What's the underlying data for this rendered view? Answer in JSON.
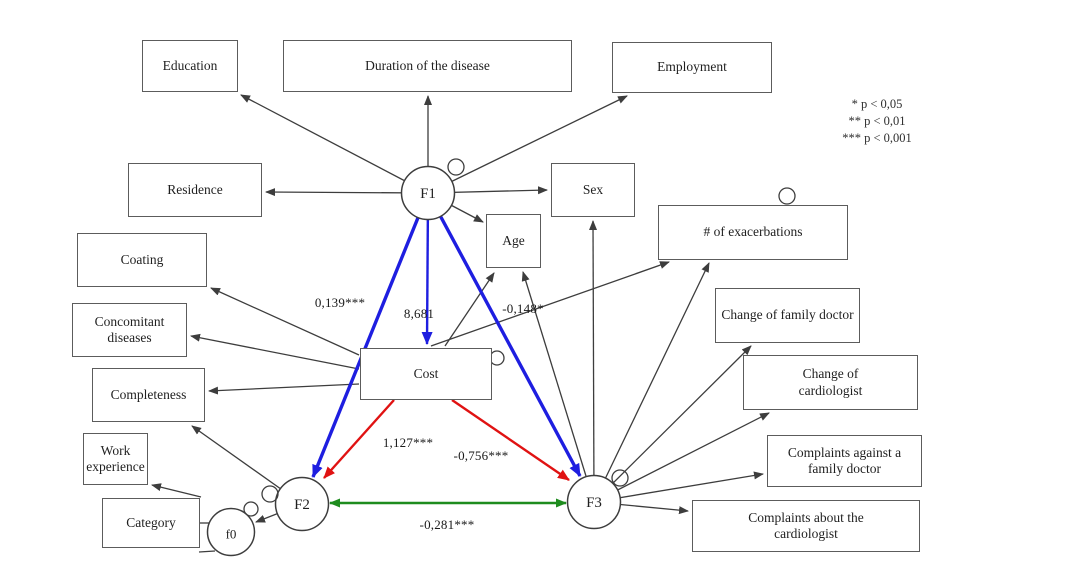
{
  "legend": {
    "line1": "* p < 0,05",
    "line2": "** p < 0,01",
    "line3": "*** p < 0,001"
  },
  "factors": {
    "f1": {
      "label": "F1"
    },
    "f2": {
      "label": "F2"
    },
    "f3": {
      "label": "F3"
    },
    "f0": {
      "label": "f0"
    }
  },
  "nodes": {
    "education": {
      "label": "Education"
    },
    "duration": {
      "label": "Duration of the disease"
    },
    "employment": {
      "label": "Employment"
    },
    "residence": {
      "label": "Residence"
    },
    "sex": {
      "label": "Sex"
    },
    "age": {
      "label": "Age"
    },
    "coating": {
      "label": "Coating"
    },
    "concomitant": {
      "label": "Concomitant diseases"
    },
    "completeness": {
      "label": "Completeness"
    },
    "work_experience": {
      "label": "Work experience"
    },
    "category": {
      "label": "Category"
    },
    "cost": {
      "label": "Cost"
    },
    "exacerbations": {
      "label": "# of exacerbations"
    },
    "change_family_doctor": {
      "label": "Change of family doctor"
    },
    "change_cardiologist": {
      "label": "Change of cardiologist"
    },
    "complaints_family_doctor": {
      "label": "Complaints against a family doctor"
    },
    "complaints_cardiologist": {
      "label": "Complaints about the cardiologist"
    }
  },
  "coefficients": {
    "f1_f2": {
      "value": "0,139***"
    },
    "f1_cost": {
      "value": "8,681"
    },
    "f1_f3": {
      "value": "-0,148*"
    },
    "cost_f2": {
      "value": "1,127***"
    },
    "cost_f3": {
      "value": "-0,756***"
    },
    "f2_f3": {
      "value": "-0,281***"
    }
  },
  "colors": {
    "blue": "#1e1ee0",
    "red": "#e01212",
    "green": "#1e8c1e",
    "line": "#3d3d3d",
    "box_border": "#5c5c5c"
  }
}
